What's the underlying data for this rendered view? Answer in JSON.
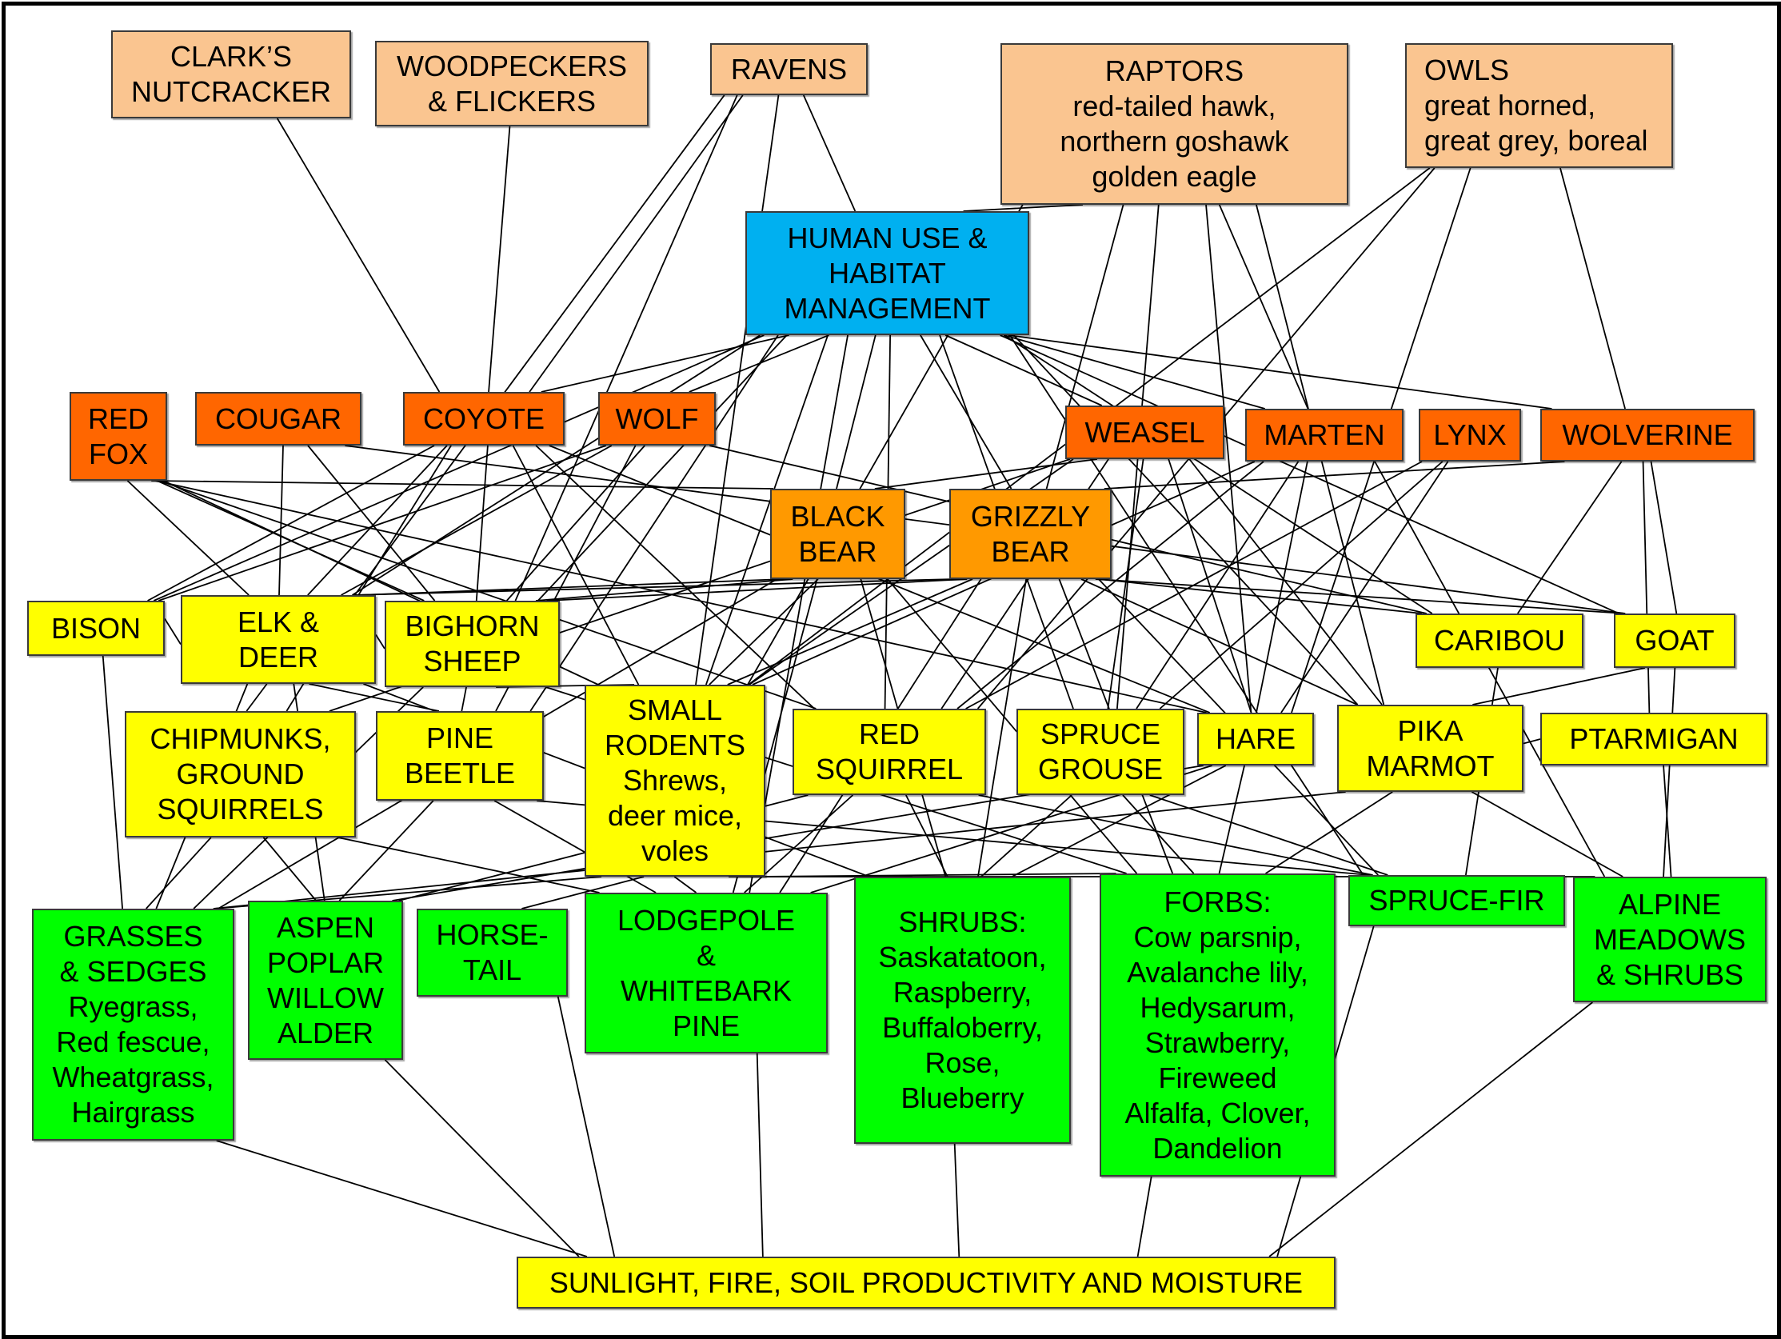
{
  "colors": {
    "birds": "#fac590",
    "human": "#00b0f0",
    "carnivores": "#ff6600",
    "bears": "#ff9900",
    "herbivores": "#ffff00",
    "plants": "#00ff00",
    "abiotic": "#ffff00",
    "edge": "#000000"
  },
  "nodes": [
    {
      "id": "clarks",
      "group": "birds",
      "label": "CLARK’S\nNUTCRACKER"
    },
    {
      "id": "woodpeckers",
      "group": "birds",
      "label": "WOODPECKERS\n& FLICKERS"
    },
    {
      "id": "ravens",
      "group": "birds",
      "label": "RAVENS"
    },
    {
      "id": "raptors",
      "group": "birds",
      "label": "RAPTORS\nred-tailed hawk,\nnorthern goshawk\ngolden eagle"
    },
    {
      "id": "owls",
      "group": "birds",
      "label": "OWLS\ngreat horned,\ngreat grey, boreal"
    },
    {
      "id": "human",
      "group": "human",
      "label": "HUMAN USE &\nHABITAT\nMANAGEMENT"
    },
    {
      "id": "redfox",
      "group": "carnivores",
      "label": "RED\nFOX"
    },
    {
      "id": "cougar",
      "group": "carnivores",
      "label": "COUGAR"
    },
    {
      "id": "coyote",
      "group": "carnivores",
      "label": "COYOTE"
    },
    {
      "id": "wolf",
      "group": "carnivores",
      "label": "WOLF"
    },
    {
      "id": "weasel",
      "group": "carnivores",
      "label": "WEASEL"
    },
    {
      "id": "marten",
      "group": "carnivores",
      "label": "MARTEN"
    },
    {
      "id": "lynx",
      "group": "carnivores",
      "label": "LYNX"
    },
    {
      "id": "wolverine",
      "group": "carnivores",
      "label": "WOLVERINE"
    },
    {
      "id": "blackbear",
      "group": "bears",
      "label": "BLACK\nBEAR"
    },
    {
      "id": "grizzly",
      "group": "bears",
      "label": "GRIZZLY\nBEAR"
    },
    {
      "id": "bison",
      "group": "herbivores",
      "label": "BISON"
    },
    {
      "id": "elk",
      "group": "herbivores",
      "label": "ELK &\nDEER"
    },
    {
      "id": "bighorn",
      "group": "herbivores",
      "label": "BIGHORN\nSHEEP"
    },
    {
      "id": "caribou",
      "group": "herbivores",
      "label": "CARIBOU"
    },
    {
      "id": "goat",
      "group": "herbivores",
      "label": "GOAT"
    },
    {
      "id": "chipmunks",
      "group": "herbivores",
      "label": "CHIPMUNKS,\nGROUND\nSQUIRRELS"
    },
    {
      "id": "pinebeetle",
      "group": "herbivores",
      "label": "PINE\nBEETLE"
    },
    {
      "id": "smallrodents",
      "group": "herbivores",
      "label": "SMALL\nRODENTS\nShrews,\ndeer mice,\nvoles"
    },
    {
      "id": "redsquirrel",
      "group": "herbivores",
      "label": "RED\nSQUIRREL"
    },
    {
      "id": "sprucegrouse",
      "group": "herbivores",
      "label": "SPRUCE\nGROUSE"
    },
    {
      "id": "hare",
      "group": "herbivores",
      "label": "HARE"
    },
    {
      "id": "pika",
      "group": "herbivores",
      "label": "PIKA\nMARMOT"
    },
    {
      "id": "ptarmigan",
      "group": "herbivores",
      "label": "PTARMIGAN"
    },
    {
      "id": "grasses",
      "group": "plants",
      "label": "GRASSES\n& SEDGES\nRyegrass,\nRed fescue,\nWheatgrass,\nHairgrass"
    },
    {
      "id": "aspen",
      "group": "plants",
      "label": "ASPEN\nPOPLAR\nWILLOW\nALDER"
    },
    {
      "id": "horsetail",
      "group": "plants",
      "label": "HORSE-\nTAIL"
    },
    {
      "id": "lodgepole",
      "group": "plants",
      "label": "LODGEPOLE\n&\nWHITEBARK\nPINE"
    },
    {
      "id": "shrubs",
      "group": "plants",
      "label": "SHRUBS:\nSaskatatoon,\nRaspberry,\nBuffaloberry,\nRose,\nBlueberry"
    },
    {
      "id": "forbs",
      "group": "plants",
      "label": "FORBS:\nCow parsnip,\nAvalanche lily,\nHedysarum,\nStrawberry,\nFireweed\nAlfalfa, Clover,\nDandelion"
    },
    {
      "id": "sprucefir",
      "group": "plants",
      "label": "SPRUCE-FIR"
    },
    {
      "id": "alpine",
      "group": "plants",
      "label": "ALPINE\nMEADOWS\n& SHRUBS"
    },
    {
      "id": "sunlight",
      "group": "abiotic",
      "label": "SUNLIGHT, FIRE, SOIL PRODUCTIVITY AND MOISTURE"
    }
  ],
  "edges": [
    [
      "clarks",
      "coyote"
    ],
    [
      "woodpeckers",
      "coyote"
    ],
    [
      "ravens",
      "human"
    ],
    [
      "ravens",
      "coyote"
    ],
    [
      "ravens",
      "bighorn"
    ],
    [
      "ravens",
      "smallrodents"
    ],
    [
      "ravens",
      "elk"
    ],
    [
      "raptors",
      "human"
    ],
    [
      "raptors",
      "grizzly"
    ],
    [
      "raptors",
      "hare"
    ],
    [
      "raptors",
      "pika"
    ],
    [
      "raptors",
      "marten"
    ],
    [
      "raptors",
      "smallrodents"
    ],
    [
      "raptors",
      "sprucegrouse"
    ],
    [
      "owls",
      "smallrodents"
    ],
    [
      "owls",
      "hare"
    ],
    [
      "owls",
      "wolverine"
    ],
    [
      "owls",
      "redsquirrel"
    ],
    [
      "human",
      "coyote"
    ],
    [
      "human",
      "wolf"
    ],
    [
      "human",
      "bison"
    ],
    [
      "human",
      "elk"
    ],
    [
      "human",
      "bighorn"
    ],
    [
      "human",
      "blackbear"
    ],
    [
      "human",
      "grizzly"
    ],
    [
      "human",
      "weasel"
    ],
    [
      "human",
      "marten"
    ],
    [
      "human",
      "wolverine"
    ],
    [
      "human",
      "caribou"
    ],
    [
      "human",
      "goat"
    ],
    [
      "human",
      "lodgepole"
    ],
    [
      "human",
      "redsquirrel"
    ],
    [
      "human",
      "sprucegrouse"
    ],
    [
      "human",
      "smallrodents"
    ],
    [
      "human",
      "pika"
    ],
    [
      "human",
      "sprucefir"
    ],
    [
      "human",
      "pinebeetle"
    ],
    [
      "redfox",
      "elk"
    ],
    [
      "redfox",
      "bighorn"
    ],
    [
      "redfox",
      "smallrodents"
    ],
    [
      "redfox",
      "redsquirrel"
    ],
    [
      "redfox",
      "hare"
    ],
    [
      "redfox",
      "blackbear"
    ],
    [
      "cougar",
      "elk"
    ],
    [
      "cougar",
      "bighorn"
    ],
    [
      "cougar",
      "goat"
    ],
    [
      "coyote",
      "elk"
    ],
    [
      "coyote",
      "bighorn"
    ],
    [
      "coyote",
      "smallrodents"
    ],
    [
      "coyote",
      "hare"
    ],
    [
      "coyote",
      "redsquirrel"
    ],
    [
      "coyote",
      "bison"
    ],
    [
      "coyote",
      "chipmunks"
    ],
    [
      "wolf",
      "bison"
    ],
    [
      "wolf",
      "elk"
    ],
    [
      "wolf",
      "bighorn"
    ],
    [
      "wolf",
      "caribou"
    ],
    [
      "wolf",
      "pinebeetle"
    ],
    [
      "weasel",
      "smallrodents"
    ],
    [
      "weasel",
      "hare"
    ],
    [
      "weasel",
      "pika"
    ],
    [
      "weasel",
      "redsquirrel"
    ],
    [
      "weasel",
      "blackbear"
    ],
    [
      "weasel",
      "chipmunks"
    ],
    [
      "weasel",
      "sprucegrouse"
    ],
    [
      "marten",
      "redsquirrel"
    ],
    [
      "marten",
      "smallrodents"
    ],
    [
      "marten",
      "hare"
    ],
    [
      "marten",
      "sprucegrouse"
    ],
    [
      "marten",
      "alpine"
    ],
    [
      "lynx",
      "hare"
    ],
    [
      "lynx",
      "redsquirrel"
    ],
    [
      "lynx",
      "sprucegrouse"
    ],
    [
      "wolverine",
      "caribou"
    ],
    [
      "wolverine",
      "goat"
    ],
    [
      "wolverine",
      "ptarmigan"
    ],
    [
      "wolverine",
      "grizzly"
    ],
    [
      "blackbear",
      "elk"
    ],
    [
      "blackbear",
      "bighorn"
    ],
    [
      "blackbear",
      "lodgepole"
    ],
    [
      "blackbear",
      "shrubs"
    ],
    [
      "blackbear",
      "forbs"
    ],
    [
      "blackbear",
      "smallrodents"
    ],
    [
      "blackbear",
      "grasses"
    ],
    [
      "grizzly",
      "elk"
    ],
    [
      "grizzly",
      "bighorn"
    ],
    [
      "grizzly",
      "caribou"
    ],
    [
      "grizzly",
      "goat"
    ],
    [
      "grizzly",
      "pika"
    ],
    [
      "grizzly",
      "shrubs"
    ],
    [
      "grizzly",
      "forbs"
    ],
    [
      "grizzly",
      "lodgepole"
    ],
    [
      "grizzly",
      "smallrodents"
    ],
    [
      "grizzly",
      "sprucefir"
    ],
    [
      "bison",
      "grasses"
    ],
    [
      "bison",
      "elk"
    ],
    [
      "elk",
      "grasses"
    ],
    [
      "elk",
      "aspen"
    ],
    [
      "elk",
      "shrubs"
    ],
    [
      "elk",
      "pinebeetle"
    ],
    [
      "elk",
      "chipmunks"
    ],
    [
      "elk",
      "bighorn"
    ],
    [
      "bighorn",
      "grasses"
    ],
    [
      "bighorn",
      "forbs"
    ],
    [
      "bighorn",
      "pinebeetle"
    ],
    [
      "bighorn",
      "smallrodents"
    ],
    [
      "caribou",
      "sprucefir"
    ],
    [
      "goat",
      "alpine"
    ],
    [
      "goat",
      "pika"
    ],
    [
      "chipmunks",
      "grasses"
    ],
    [
      "chipmunks",
      "aspen"
    ],
    [
      "chipmunks",
      "lodgepole"
    ],
    [
      "pinebeetle",
      "lodgepole"
    ],
    [
      "pinebeetle",
      "aspen"
    ],
    [
      "pinebeetle",
      "sprucefir"
    ],
    [
      "smallrodents",
      "grasses"
    ],
    [
      "smallrodents",
      "horsetail"
    ],
    [
      "smallrodents",
      "lodgepole"
    ],
    [
      "smallrodents",
      "shrubs"
    ],
    [
      "smallrodents",
      "forbs"
    ],
    [
      "smallrodents",
      "alpine"
    ],
    [
      "redsquirrel",
      "lodgepole"
    ],
    [
      "redsquirrel",
      "sprucefir"
    ],
    [
      "redsquirrel",
      "shrubs"
    ],
    [
      "redsquirrel",
      "aspen"
    ],
    [
      "sprucegrouse",
      "sprucefir"
    ],
    [
      "sprucegrouse",
      "shrubs"
    ],
    [
      "sprucegrouse",
      "forbs"
    ],
    [
      "hare",
      "shrubs"
    ],
    [
      "hare",
      "aspen"
    ],
    [
      "hare",
      "forbs"
    ],
    [
      "hare",
      "lodgepole"
    ],
    [
      "pika",
      "alpine"
    ],
    [
      "pika",
      "forbs"
    ],
    [
      "pika",
      "grasses"
    ],
    [
      "ptarmigan",
      "alpine"
    ],
    [
      "ptarmigan",
      "pika"
    ],
    [
      "grasses",
      "sunlight"
    ],
    [
      "aspen",
      "sunlight"
    ],
    [
      "horsetail",
      "sunlight"
    ],
    [
      "lodgepole",
      "sunlight"
    ],
    [
      "shrubs",
      "sunlight"
    ],
    [
      "forbs",
      "sunlight"
    ],
    [
      "sprucefir",
      "sunlight"
    ],
    [
      "alpine",
      "sunlight"
    ]
  ]
}
